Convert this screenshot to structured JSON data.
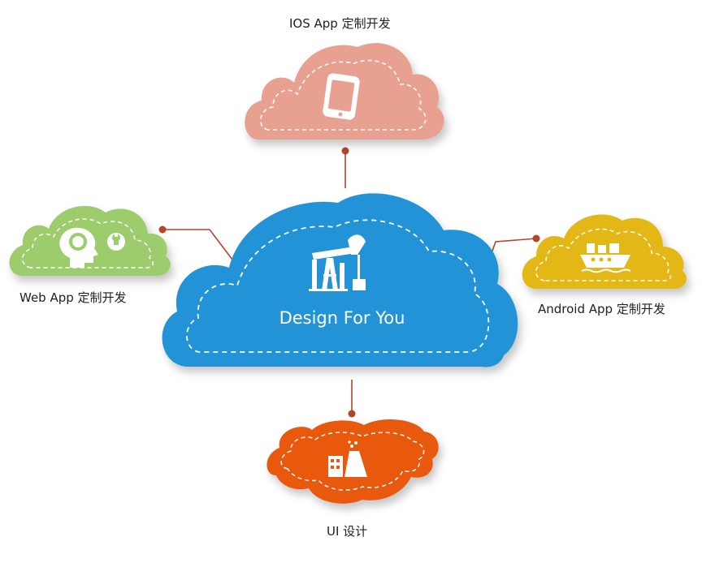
{
  "center": {
    "title": "Design For You",
    "color": "#2393d6",
    "icon": "oil-pump-icon"
  },
  "nodes": {
    "top": {
      "label": "IOS App 定制开发",
      "color": "#e8a191",
      "icon": "smartphone-icon"
    },
    "left": {
      "label": "Web App 定制开发",
      "color": "#9ccc6c",
      "icon": "head-gear-icon"
    },
    "right": {
      "label": "Android App 定制开发",
      "color": "#e3b813",
      "icon": "ship-icon"
    },
    "bottom": {
      "label": "UI 设计",
      "color": "#e8580e",
      "icon": "factory-icon"
    }
  },
  "connector_color": "#b1462a"
}
